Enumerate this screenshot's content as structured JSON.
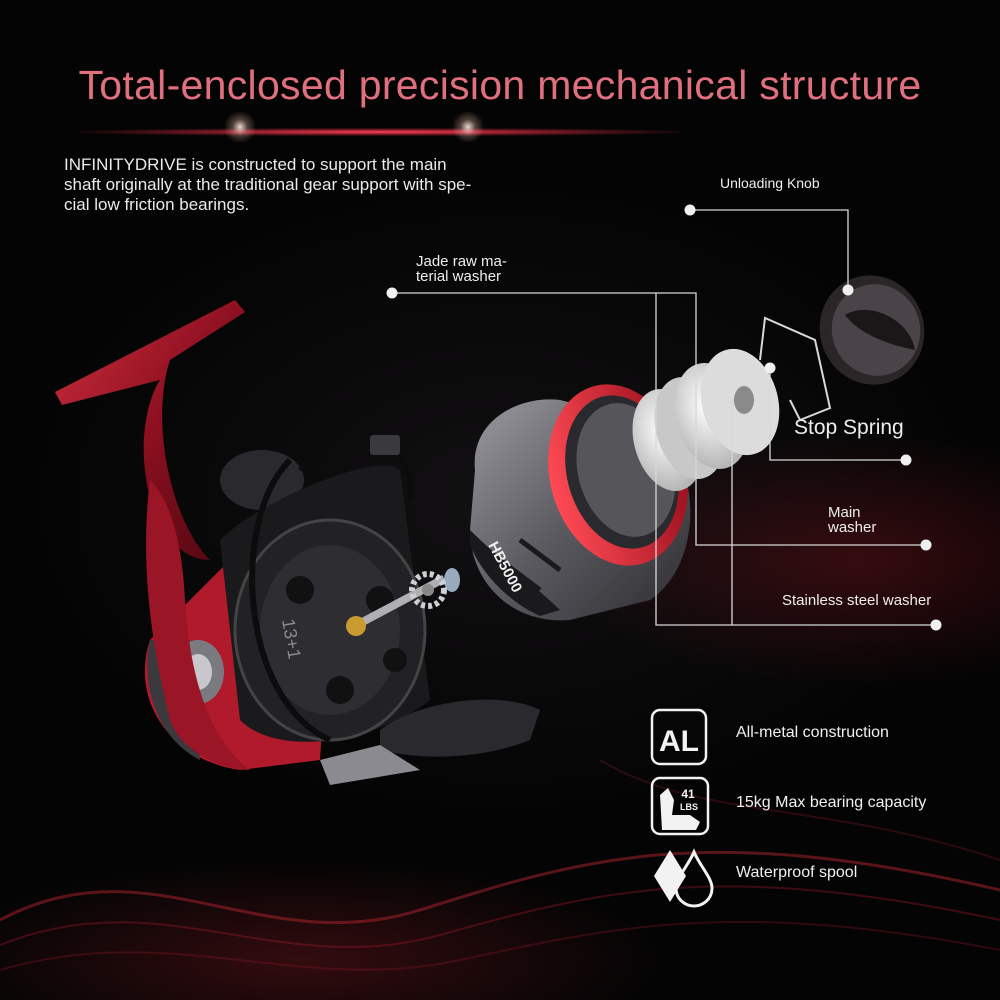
{
  "heading": {
    "title": "Total-enclosed precision mechanical structure",
    "intro_lines": [
      "INFINITYDRIVE is constructed to support the main",
      "shaft originally at the traditional gear support with spe-",
      "cial low friction bearings."
    ]
  },
  "callouts": {
    "unloading_knob": "Unloading Knob",
    "jade_washer_lines": [
      "Jade raw ma-",
      "terial washer"
    ],
    "stop_spring": "Stop Spring",
    "main_washer_lines": [
      "Main",
      "washer"
    ],
    "steel_washer": "Stainless steel washer"
  },
  "product": {
    "spool_model": "HB5000",
    "gear_ratio_marking": "13+1"
  },
  "features": [
    {
      "icon": "al-badge-icon",
      "badge": "AL",
      "text": "All-metal construction"
    },
    {
      "icon": "arm-strength-icon",
      "badge_top": "41",
      "badge_bottom": "LBS",
      "text": "15kg Max bearing capacity"
    },
    {
      "icon": "water-drops-icon",
      "text": "Waterproof spool"
    }
  ],
  "colors": {
    "title": "#e0707e",
    "accent_red": "#b3182a",
    "metal_gray": "#6e6e74",
    "washer_white": "#e6e6e6",
    "text": "#eeeeee"
  }
}
